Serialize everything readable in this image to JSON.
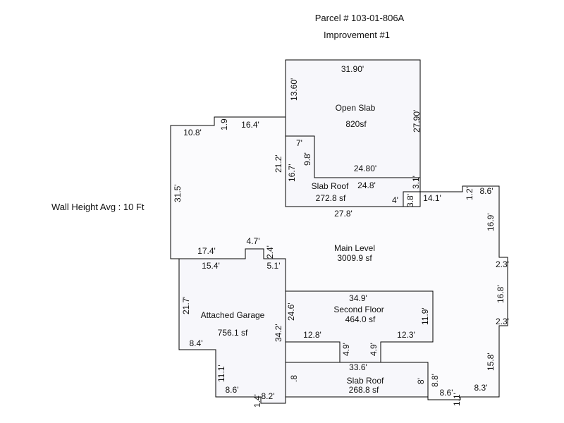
{
  "header": {
    "parcel": "Parcel # 103-01-806A",
    "improvement": "Improvement #1"
  },
  "wall_height": "Wall Height Avg : 10 Ft",
  "areas": {
    "open_slab": {
      "name": "Open Slab",
      "area": "820sf"
    },
    "slab_roof_top": {
      "name": "Slab Roof",
      "area": "272.8 sf"
    },
    "main_level": {
      "name": "Main Level",
      "area": "3009.9 sf"
    },
    "second_floor": {
      "name": "Second Floor",
      "area": "464.0 sf"
    },
    "attached_garage": {
      "name": "Attached Garage",
      "area": "756.1 sf"
    },
    "slab_roof_bottom": {
      "name": "Slab Roof",
      "area": "268.8 sf"
    }
  },
  "dimensions": {
    "os_top": "31.90'",
    "os_left": "13.60'",
    "os_right": "27.90'",
    "os_step": "7'",
    "os_step_v": "9.8'",
    "os_bottom": "24.80'",
    "srt_left": "16.7'",
    "srt_inner": "24.8'",
    "srt_right": "3.1'",
    "srt_step": "4'",
    "srt_bottom": "27.8'",
    "ml_top_left": "10.8'",
    "ml_1_9": "1.9",
    "ml_16_4": "16.4'",
    "ml_21_2": "21.2'",
    "ml_31_5": "31.5'",
    "ml_3_8": "3.8'",
    "ml_14_1": "14.1'",
    "ml_1_2": "1.2'",
    "ml_8_6": "8.6'",
    "ml_16_9": "16.9'",
    "ml_2_3_top": "2.3'",
    "ml_16_8": "16.8'",
    "ml_2_3_bot": "2.3'",
    "ml_15_8": "15.8'",
    "ml_8_3": "8.3'",
    "ml_8_6_bot": "8.6'",
    "ml_1_1": "1.1'",
    "ml_8_8": "8.8'",
    "ml_8": "8'",
    "ml_17_4": "17.4'",
    "ml_4_7": "4.7'",
    "ml_2_4": "2.4'",
    "ml_5_1": "5.1'",
    "sf_top": "34.9'",
    "sf_left": "24.6'",
    "sf_right": "11.9'",
    "sf_12_8": "12.8'",
    "sf_12_3": "12.3'",
    "sf_4_9_a": "4.9'",
    "sf_4_9_b": "4.9'",
    "sf_33_6": "33.6'",
    "ag_15_4": "15.4'",
    "ag_21_7": "21.7'",
    "ag_34_2": "34.2'",
    "ag_8_4": "8.4'",
    "ag_11_1": "11.1'",
    "ag_8_6": "8.6'",
    "ag_8_2": "8.2'",
    "ag_1_4": "1.4'",
    "srb_8": ".8"
  }
}
